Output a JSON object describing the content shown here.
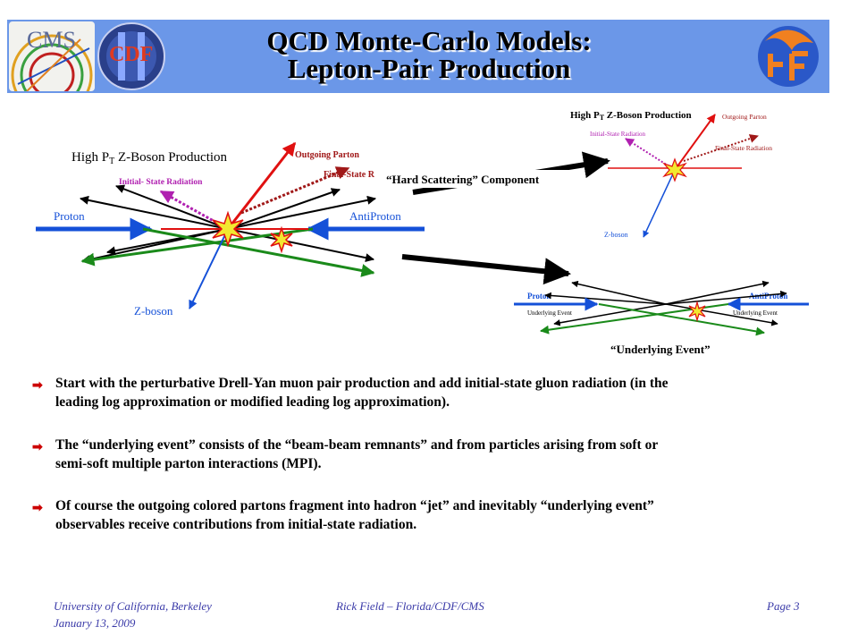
{
  "header": {
    "title_line1": "QCD Monte-Carlo Models:",
    "title_line2": "Lepton-Pair Production",
    "banner_color": "#6b97e8",
    "logos": [
      {
        "name": "cms-logo",
        "text": "CMS"
      },
      {
        "name": "cdf-logo",
        "text": "CDF"
      },
      {
        "name": "uf-logo",
        "text": ""
      }
    ]
  },
  "diagram_main": {
    "title_prefix": "High P",
    "title_sub": "T",
    "title_suffix": " Z-Boson Production",
    "outgoing_parton": "Outgoing Parton",
    "final_state": "Final-State R",
    "initial_state": "Initial- State Radiation",
    "proton": "Proton",
    "antiproton": "AntiProton",
    "zboson": "Z-boson"
  },
  "diagram_hard": {
    "title_prefix": "High P",
    "title_sub": "T",
    "title_suffix": " Z-Boson Production",
    "outgoing_parton": "Outgoing Parton",
    "initial_state": "Initial-State Radiation",
    "final_state": "Final-State Radiation",
    "zboson": "Z-boson",
    "caption": "“Hard Scattering” Component"
  },
  "diagram_ue": {
    "proton": "Proton",
    "antiproton": "AntiProton",
    "ue_left": "Underlying Event",
    "ue_right": "Underlying Event",
    "caption": "“Underlying Event”"
  },
  "bullets": [
    {
      "line1": "Start with the perturbative Drell-Yan muon pair production and add initial-state gluon radiation (in the",
      "line2": "leading log approximation or modified leading log approximation)."
    },
    {
      "line1": "The “underlying event” consists of the “beam-beam remnants” and from particles arising from soft or",
      "line2": "semi-soft multiple parton interactions (MPI)."
    },
    {
      "line1": "Of course the outgoing colored partons fragment into hadron “jet” and inevitably “underlying event”",
      "line2": "observables receive contributions from initial-state radiation."
    }
  ],
  "footer": {
    "left1": "University of California, Berkeley",
    "left2": "January 13, 2009",
    "center": "Rick Field – Florida/CDF/CMS",
    "right": "Page 3"
  },
  "colors": {
    "beam": "#1450d8",
    "outgoing": "#e01010",
    "radiation": "#b020b0",
    "green": "#1a8a1a",
    "bullet_arrow": "#cc0000",
    "footer_text": "#3a3aa8"
  }
}
